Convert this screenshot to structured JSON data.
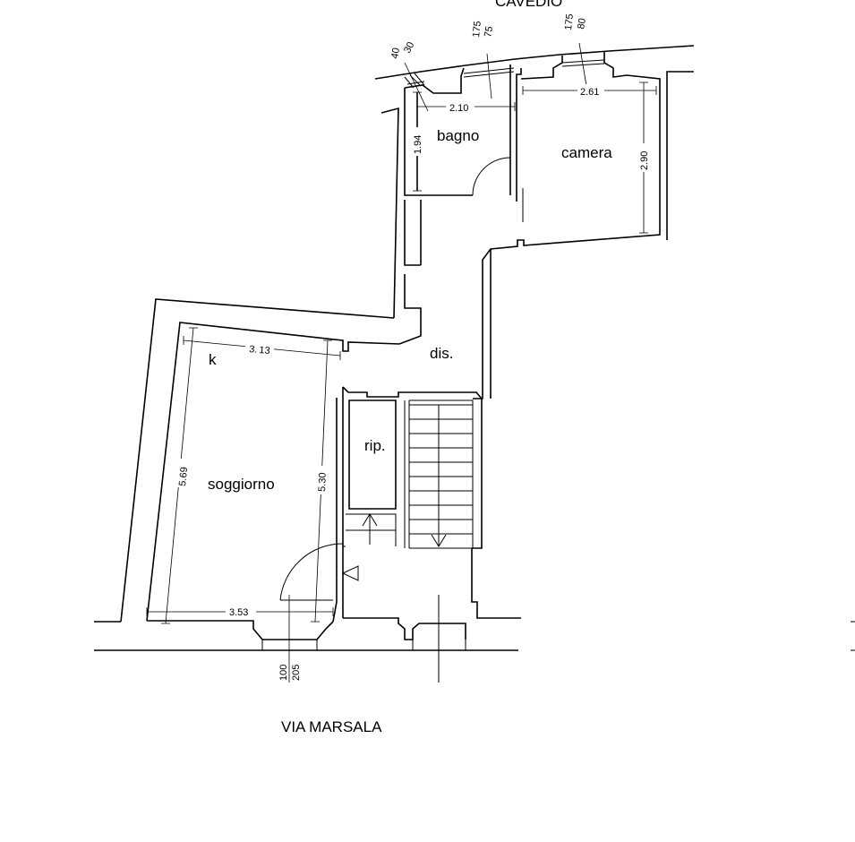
{
  "labels": {
    "courtyard": "CAVEDIO",
    "street": "VIA MARSALA"
  },
  "rooms": {
    "bathroom": "bagno",
    "bedroom": "camera",
    "hallway": "dis.",
    "kitchen": "k",
    "storage": "rip.",
    "living": "soggiorno"
  },
  "dimensions": {
    "bathroom_width": "2.10",
    "bathroom_depth": "1.94",
    "bedroom_width": "2.61",
    "bedroom_depth": "2.90",
    "living_width_top": "3.",
    "living_width_top_sub": "13",
    "living_width_bottom": "3.53",
    "living_depth_left": "5.69",
    "living_depth_right": "5.30"
  },
  "windows": {
    "w1_top": "30",
    "w1_bottom": "40",
    "w2_top": "75",
    "w2_bottom": "175",
    "w3_top": "80",
    "w3_bottom": "175",
    "w4_top": "100",
    "w4_bottom": "205"
  }
}
